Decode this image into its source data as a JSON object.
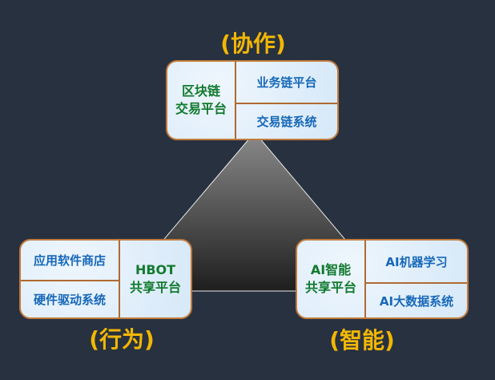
{
  "top": {
    "caption": "(协作)",
    "main": [
      "区块链",
      "交易平台"
    ],
    "subs": [
      "业务链平台",
      "交易链系统"
    ]
  },
  "left": {
    "caption": "(行为)",
    "main": [
      "HBOT",
      "共享平台"
    ],
    "subs": [
      "应用软件商店",
      "硬件驱动系统"
    ]
  },
  "right": {
    "caption": "(智能)",
    "main": [
      "AI智能",
      "共享平台"
    ],
    "subs": [
      "AI机器学习",
      "AI大数据系统"
    ]
  },
  "colors": {
    "caption": "#f2b705",
    "main": "#117a2e",
    "sub": "#1668b8",
    "border": "#c07a3c"
  }
}
